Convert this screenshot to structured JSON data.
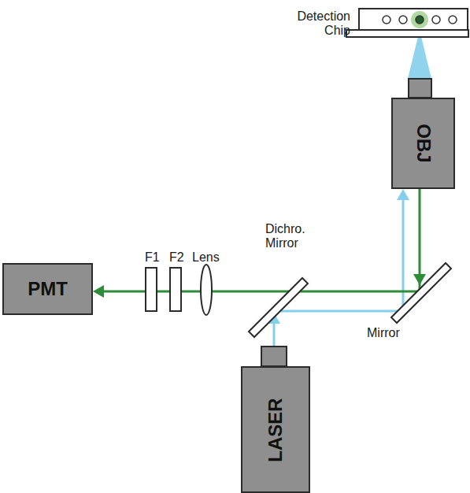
{
  "diagram": {
    "nodes": [
      {
        "text": [
          "Detection Chip"
        ]
      },
      {
        "text": [
          "OBJ"
        ]
      },
      {
        "text": [
          "PMT"
        ]
      },
      {
        "text": [
          "LASER"
        ]
      }
    ],
    "edges": [
      {
        "from": 3,
        "to": 1,
        "arrow": "to"
      },
      {
        "from": 1,
        "to": 2,
        "arrow": "to"
      }
    ],
    "labels": [
      "F1",
      "F2",
      "Lens",
      "Dichro. Mirror",
      "Mirror"
    ]
  }
}
